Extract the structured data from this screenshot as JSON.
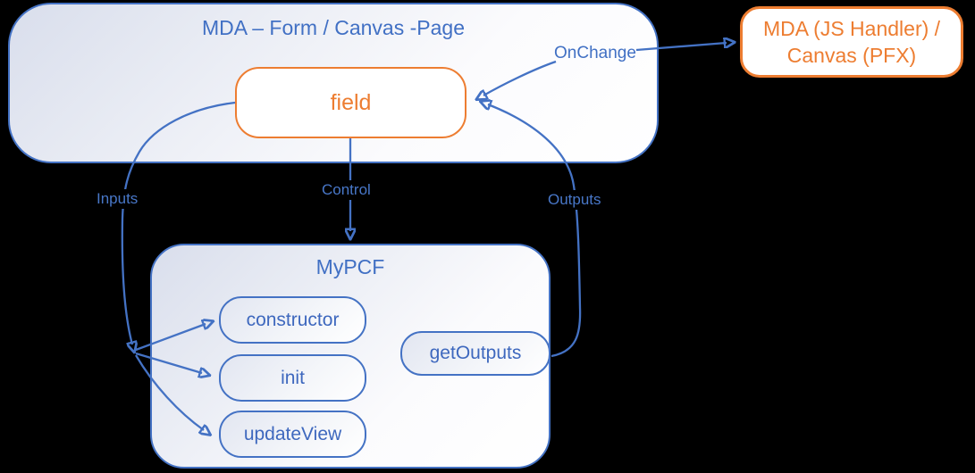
{
  "colors": {
    "background": "#000000",
    "blue_accent": "#4472C4",
    "blue_text": "#3E68BE",
    "orange_accent": "#ED7D31",
    "node_fill_gradient_start": "#d9deec",
    "node_fill_gradient_end": "#ffffff"
  },
  "mda_page": {
    "title": "MDA – Form / Canvas -Page"
  },
  "field": {
    "label": "field"
  },
  "handler": {
    "line1": "MDA (JS Handler) /",
    "line2": "Canvas (PFX)"
  },
  "mypcf": {
    "title": "MyPCF"
  },
  "methods": {
    "constructor": "constructor",
    "init": "init",
    "update_view": "updateView",
    "get_outputs": "getOutputs"
  },
  "edges": {
    "onchange": "OnChange",
    "inputs": "Inputs",
    "control": "Control",
    "outputs": "Outputs"
  }
}
